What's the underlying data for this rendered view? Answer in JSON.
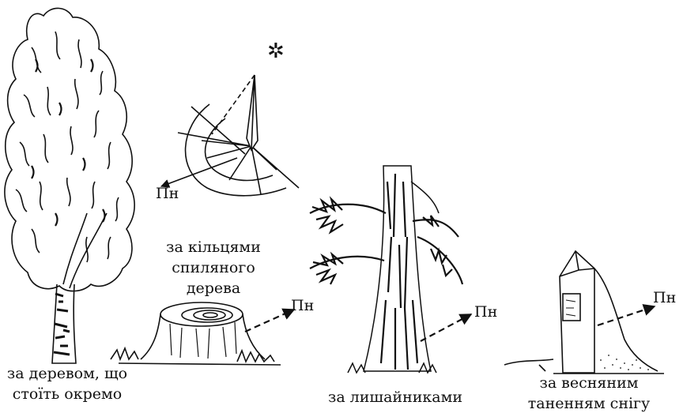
{
  "captions": {
    "birch": [
      "за деревом, що",
      "стоїть окремо"
    ],
    "stump": [
      "за кільцями",
      "спиляного",
      "дерева"
    ],
    "spruce": [
      "за лишайниками"
    ],
    "stone": [
      "за весняним",
      "таненням снігу"
    ]
  },
  "north_label": "Пн",
  "star_glyph": "✲",
  "colors": {
    "ink": "#111111",
    "paper": "#ffffff"
  }
}
